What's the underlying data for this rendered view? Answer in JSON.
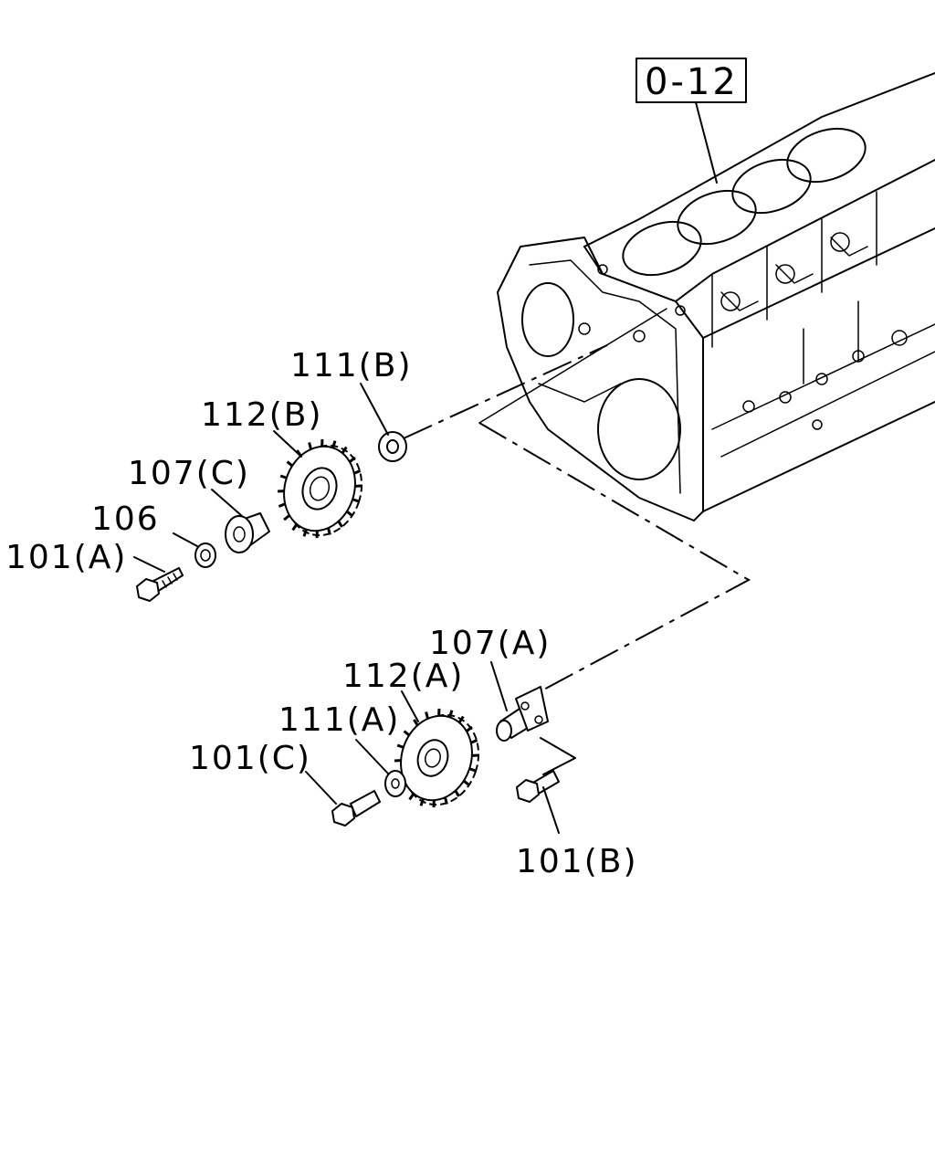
{
  "reference": {
    "label": "0-12"
  },
  "parts": {
    "p111b": "111(B)",
    "p112b": "112(B)",
    "p107c": "107(C)",
    "p106": "106",
    "p101a": "101(A)",
    "p107a": "107(A)",
    "p112a": "112(A)",
    "p111a": "111(A)",
    "p101c": "101(C)",
    "p101b": "101(B)"
  }
}
